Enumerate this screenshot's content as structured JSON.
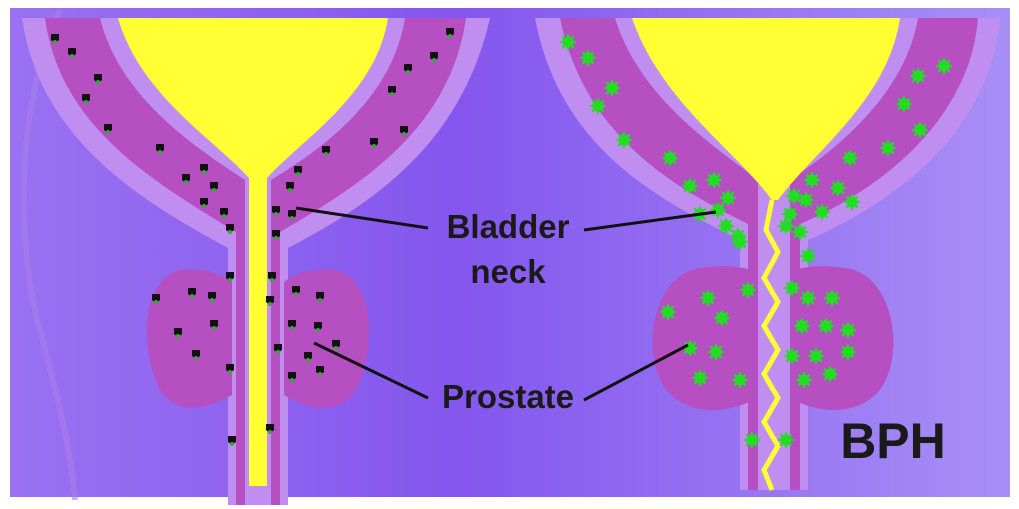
{
  "colors": {
    "background": "#8b5cf0",
    "background_light": "#a98af5",
    "outer_wall": "#c08ef0",
    "muscle": "#b54fc2",
    "urine": "#ffff33",
    "normal_cell": "#111111",
    "bph_cell": "#22dd22",
    "label": "#111111"
  },
  "labels": {
    "bladder_neck_line1": "Bladder",
    "bladder_neck_line2": "neck",
    "prostate": "Prostate",
    "bph": "BPH"
  },
  "panels": [
    {
      "name": "normal",
      "urethra": "straight",
      "cell_type": "normal-cell-icon"
    },
    {
      "name": "bph",
      "urethra": "narrowed-zigzag",
      "cell_type": "hyperplastic-cell-icon"
    }
  ]
}
